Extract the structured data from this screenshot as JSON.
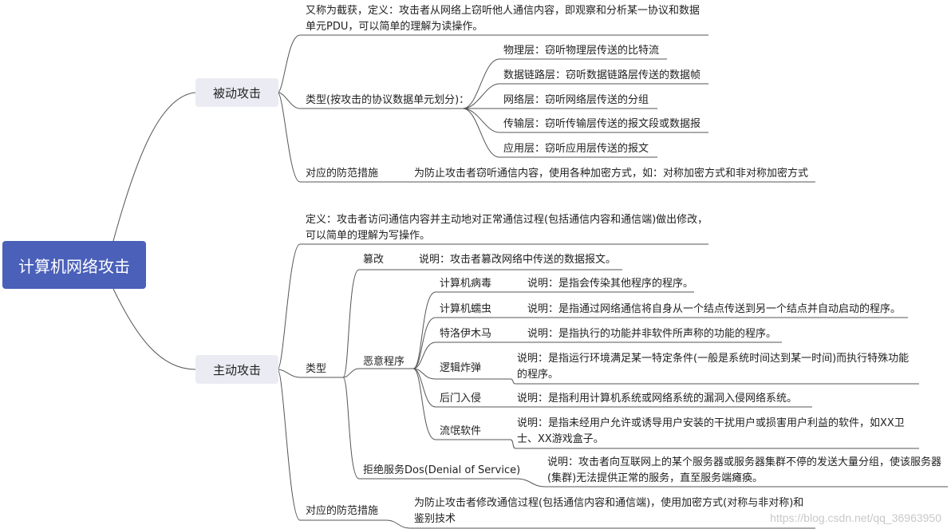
{
  "root": "计算机网络攻击",
  "passive": {
    "title": "被动攻击",
    "definition": "又称为截获，定义：攻击者从网络上窃听他人通信内容，即观察和分析某一协议和数据单元PDU，可以简单的理解为读操作。",
    "types_label": "类型(按攻击的协议数据单元划分)：",
    "types": [
      "物理层：窃听物理层传送的比特流",
      "数据链路层：窃听数据链路层传送的数据帧",
      "网络层：窃听网络层传送的分组",
      "传输层：窃听传输层传送的报文段或数据报",
      "应用层：窃听应用层传送的报文"
    ],
    "defense_label": "对应的防范措施",
    "defense_text": "为防止攻击者窃听通信内容，使用各种加密方式，如：对称加密方式和非对称加密方式"
  },
  "active": {
    "title": "主动攻击",
    "definition": "定义：攻击者访问通信内容并主动地对正常通信过程(包括通信内容和通信端)做出修改，可以简单的理解为写操作。",
    "types_label": "类型",
    "tamper": {
      "label": "篡改",
      "desc": "说明：攻击者篡改网络中传送的数据报文。"
    },
    "malware": {
      "label": "恶意程序",
      "items": [
        {
          "label": "计算机病毒",
          "desc": "说明：是指会传染其他程序的程序。"
        },
        {
          "label": "计算机蠕虫",
          "desc": "说明：是指通过网络通信将自身从一个结点传送到另一个结点并自动启动的程序。"
        },
        {
          "label": "特洛伊木马",
          "desc": "说明：是指执行的功能并非软件所声称的功能的程序。"
        },
        {
          "label": "逻辑炸弹",
          "desc": "说明：是指运行环境满足某一特定条件(一般是系统时间达到某一时间)而执行特殊功能的程序。"
        },
        {
          "label": "后门入侵",
          "desc": "说明：是指利用计算机系统或网络系统的漏洞入侵网络系统。"
        },
        {
          "label": "流氓软件",
          "desc": "说明：是指未经用户允许或诱导用户安装的干扰用户或损害用户利益的软件，如XX卫士、XX游戏盒子。"
        }
      ]
    },
    "dos": {
      "label": "拒绝服务Dos(Denial of Service)",
      "desc": "说明：攻击者向互联网上的某个服务器或服务器集群不停的发送大量分组，使该服务器(集群)无法提供正常的服务，直至服务端瘫痪。"
    },
    "defense_label": "对应的防范措施",
    "defense_text": "为防止攻击者修改通信过程(包括通信内容和通信端)，使用加密方式(对称与非对称)和鉴别技术"
  },
  "watermark": "https://blog.csdn.net/qq_36963950",
  "colors": {
    "root_bg": "#4a60b9",
    "main_bg": "#ebebf3",
    "line": "#555555"
  }
}
